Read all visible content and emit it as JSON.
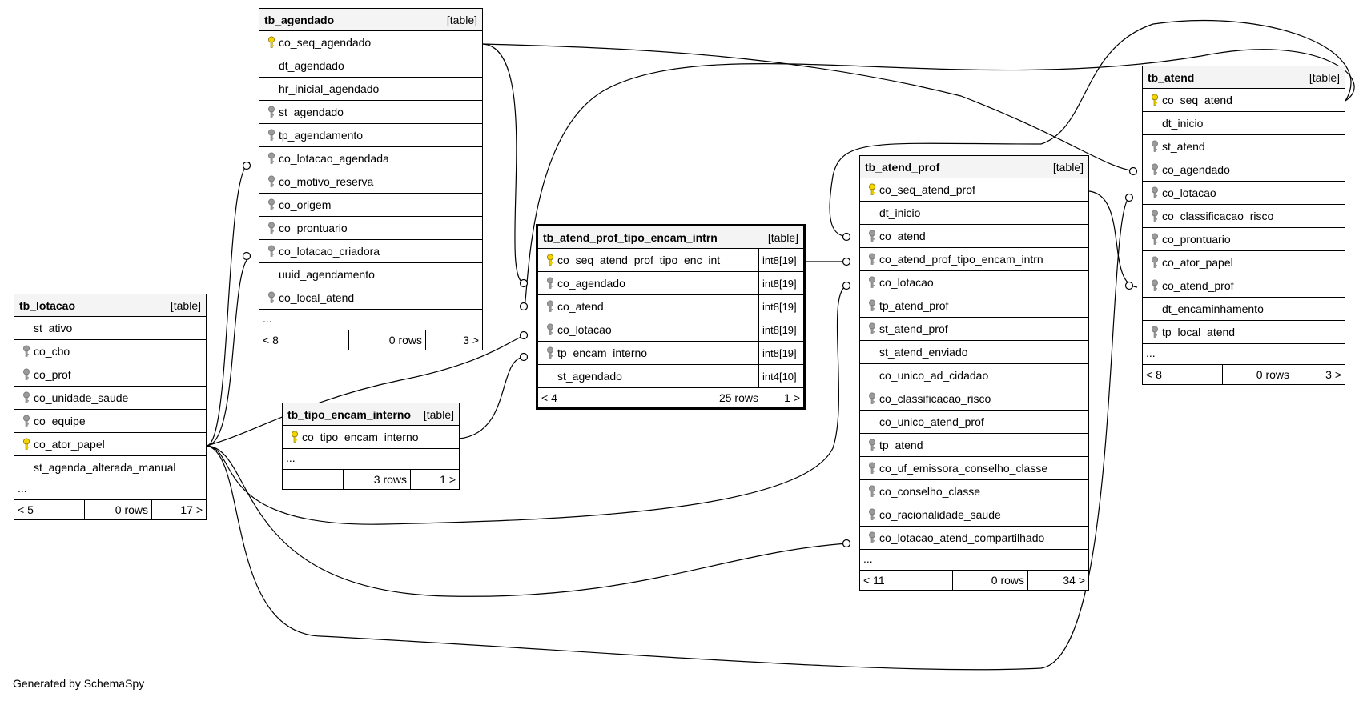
{
  "footer_note": "Generated by SchemaSpy",
  "colors": {
    "pk_key": "#f2d300",
    "fk_key": "#9a9a9a",
    "header_bg": "#f4f4f4",
    "line": "#000000"
  },
  "tables": [
    {
      "id": "tb_lotacao",
      "name": "tb_lotacao",
      "kind": "[table]",
      "columns": [
        {
          "name": "st_ativo",
          "key": "none"
        },
        {
          "name": "co_cbo",
          "key": "fk"
        },
        {
          "name": "co_prof",
          "key": "fk"
        },
        {
          "name": "co_unidade_saude",
          "key": "fk"
        },
        {
          "name": "co_equipe",
          "key": "fk"
        },
        {
          "name": "co_ator_papel",
          "key": "pk"
        },
        {
          "name": "st_agenda_alterada_manual",
          "key": "none"
        }
      ],
      "ellipsis": "...",
      "footer": {
        "parents": "< 5",
        "rows": "0 rows",
        "children": "17 >"
      }
    },
    {
      "id": "tb_agendado",
      "name": "tb_agendado",
      "kind": "[table]",
      "columns": [
        {
          "name": "co_seq_agendado",
          "key": "pk"
        },
        {
          "name": "dt_agendado",
          "key": "none"
        },
        {
          "name": "hr_inicial_agendado",
          "key": "none"
        },
        {
          "name": "st_agendado",
          "key": "fk"
        },
        {
          "name": "tp_agendamento",
          "key": "fk"
        },
        {
          "name": "co_lotacao_agendada",
          "key": "fk"
        },
        {
          "name": "co_motivo_reserva",
          "key": "fk"
        },
        {
          "name": "co_origem",
          "key": "fk"
        },
        {
          "name": "co_prontuario",
          "key": "fk"
        },
        {
          "name": "co_lotacao_criadora",
          "key": "fk"
        },
        {
          "name": "uuid_agendamento",
          "key": "none"
        },
        {
          "name": "co_local_atend",
          "key": "fk"
        }
      ],
      "ellipsis": "...",
      "footer": {
        "parents": "< 8",
        "rows": "0 rows",
        "children": "3 >"
      }
    },
    {
      "id": "tb_tipo_encam_interno",
      "name": "tb_tipo_encam_interno",
      "kind": "[table]",
      "columns": [
        {
          "name": "co_tipo_encam_interno",
          "key": "pk"
        }
      ],
      "ellipsis": "...",
      "footer": {
        "parents": "",
        "rows": "3 rows",
        "children": "1 >"
      }
    },
    {
      "id": "tb_atend_prof_tipo_encam_intrn",
      "name": "tb_atend_prof_tipo_encam_intrn",
      "kind": "[table]",
      "focus": true,
      "columns": [
        {
          "name": "co_seq_atend_prof_tipo_enc_int",
          "key": "pk",
          "type": "int8[19]"
        },
        {
          "name": "co_agendado",
          "key": "fk",
          "type": "int8[19]"
        },
        {
          "name": "co_atend",
          "key": "fk",
          "type": "int8[19]"
        },
        {
          "name": "co_lotacao",
          "key": "fk",
          "type": "int8[19]"
        },
        {
          "name": "tp_encam_interno",
          "key": "fk",
          "type": "int8[19]"
        },
        {
          "name": "st_agendado",
          "key": "none",
          "type": "int4[10]"
        }
      ],
      "footer": {
        "parents": "< 4",
        "rows": "25 rows",
        "children": "1 >"
      }
    },
    {
      "id": "tb_atend_prof",
      "name": "tb_atend_prof",
      "kind": "[table]",
      "columns": [
        {
          "name": "co_seq_atend_prof",
          "key": "pk"
        },
        {
          "name": "dt_inicio",
          "key": "none"
        },
        {
          "name": "co_atend",
          "key": "fk"
        },
        {
          "name": "co_atend_prof_tipo_encam_intrn",
          "key": "fk"
        },
        {
          "name": "co_lotacao",
          "key": "fk"
        },
        {
          "name": "tp_atend_prof",
          "key": "fk"
        },
        {
          "name": "st_atend_prof",
          "key": "fk"
        },
        {
          "name": "st_atend_enviado",
          "key": "none"
        },
        {
          "name": "co_unico_ad_cidadao",
          "key": "none"
        },
        {
          "name": "co_classificacao_risco",
          "key": "fk"
        },
        {
          "name": "co_unico_atend_prof",
          "key": "none"
        },
        {
          "name": "tp_atend",
          "key": "fk"
        },
        {
          "name": "co_uf_emissora_conselho_classe",
          "key": "fk"
        },
        {
          "name": "co_conselho_classe",
          "key": "fk"
        },
        {
          "name": "co_racionalidade_saude",
          "key": "fk"
        },
        {
          "name": "co_lotacao_atend_compartilhado",
          "key": "fk"
        }
      ],
      "ellipsis": "...",
      "footer": {
        "parents": "< 11",
        "rows": "0 rows",
        "children": "34 >"
      }
    },
    {
      "id": "tb_atend",
      "name": "tb_atend",
      "kind": "[table]",
      "columns": [
        {
          "name": "co_seq_atend",
          "key": "pk"
        },
        {
          "name": "dt_inicio",
          "key": "none"
        },
        {
          "name": "st_atend",
          "key": "fk"
        },
        {
          "name": "co_agendado",
          "key": "fk"
        },
        {
          "name": "co_lotacao",
          "key": "fk"
        },
        {
          "name": "co_classificacao_risco",
          "key": "fk"
        },
        {
          "name": "co_prontuario",
          "key": "fk"
        },
        {
          "name": "co_ator_papel",
          "key": "fk"
        },
        {
          "name": "co_atend_prof",
          "key": "fk"
        },
        {
          "name": "dt_encaminhamento",
          "key": "none"
        },
        {
          "name": "tp_local_atend",
          "key": "fk"
        }
      ],
      "ellipsis": "...",
      "footer": {
        "parents": "< 8",
        "rows": "0 rows",
        "children": "3 >"
      }
    }
  ]
}
